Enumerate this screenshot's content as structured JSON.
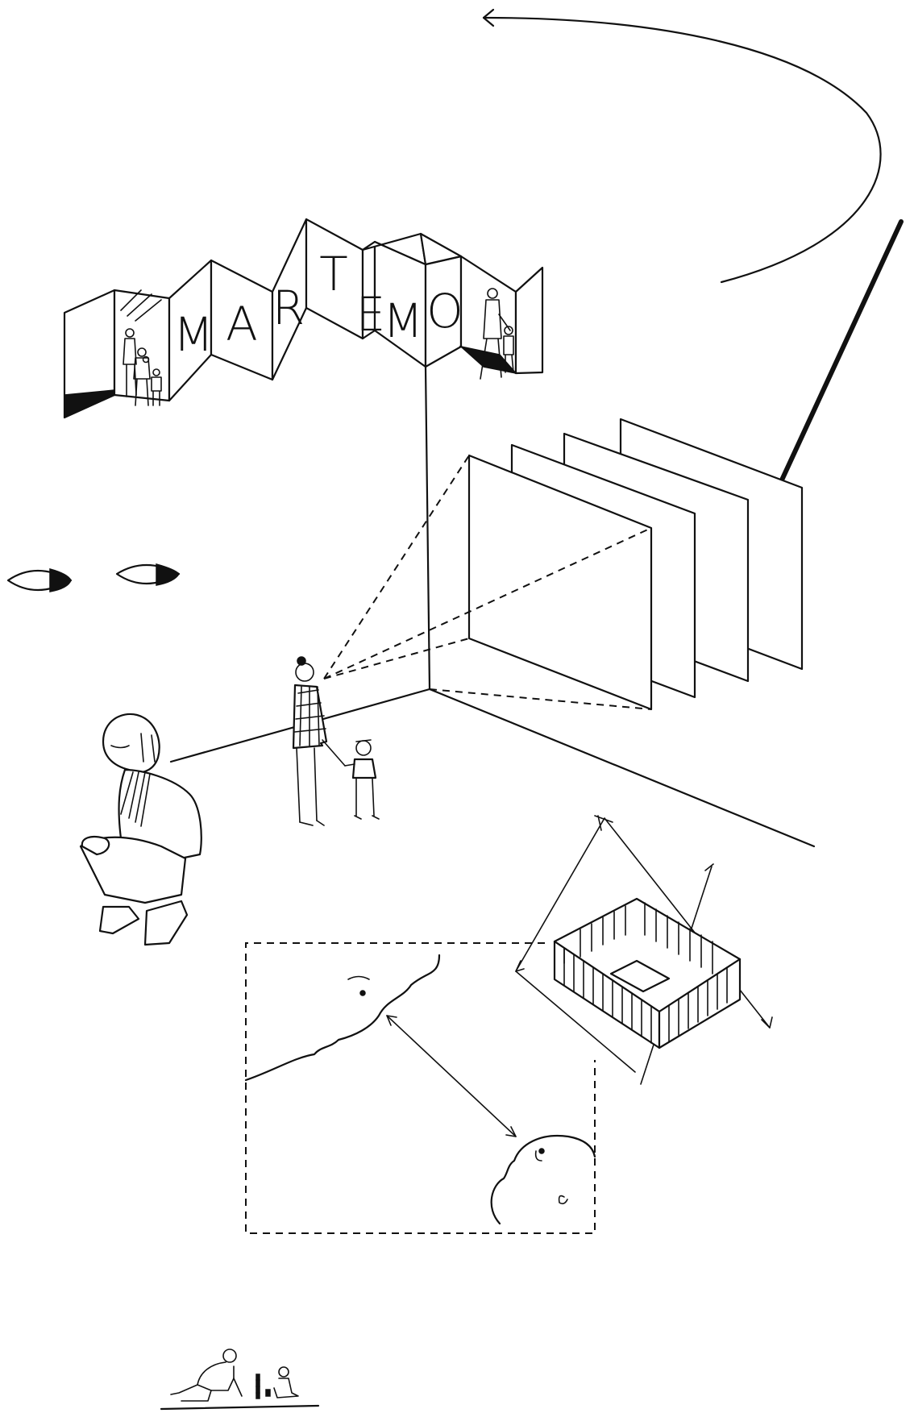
{
  "banner": {
    "letters": [
      "M",
      "A",
      "R",
      "T",
      "E",
      "M",
      "O"
    ]
  },
  "colors": {
    "ink": "#111111",
    "paper": "#ffffff"
  },
  "icons": [
    "curved-arrow-icon",
    "eyes-icon",
    "double-arrow-icon"
  ]
}
